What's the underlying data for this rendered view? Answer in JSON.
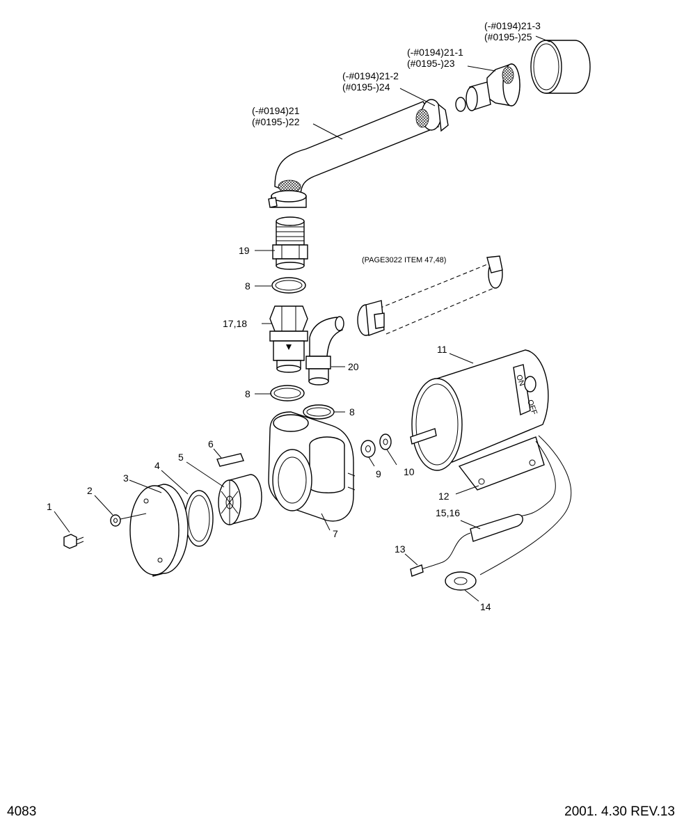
{
  "labels": {
    "p21_3_a": "(-#0194)21-3",
    "p21_3_b": "(#0195-)25",
    "p21_1_a": "(-#0194)21-1",
    "p21_1_b": "(#0195-)23",
    "p21_2_a": "(-#0194)21-2",
    "p21_2_b": "(#0195-)24",
    "p21_a": "(-#0194)21",
    "p21_b": "(#0195-)22",
    "p19": "19",
    "page_ref": "(PAGE3022  ITEM 47,48)",
    "p8_top": "8",
    "p17_18": "17,18",
    "p20": "20",
    "p8_mid": "8",
    "p8_right": "8",
    "p11": "11",
    "p6": "6",
    "p5": "5",
    "p4": "4",
    "p3": "3",
    "p2": "2",
    "p1": "1",
    "p9": "9",
    "p10": "10",
    "p12": "12",
    "p7": "7",
    "p15_16": "15,16",
    "p13": "13",
    "p14": "14",
    "switch_on": "ON",
    "switch_off": "OFF"
  },
  "footer": {
    "page_number": "4083",
    "date_rev": "2001. 4.30  REV.13"
  }
}
